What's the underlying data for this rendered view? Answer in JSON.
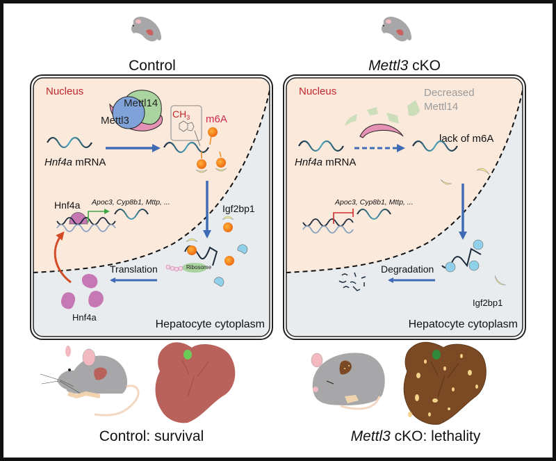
{
  "figure": {
    "panels": [
      {
        "id": "control",
        "header": {
          "title": "Control",
          "title_italic": "",
          "title_rest": "Control"
        },
        "nucleus_label": "Nucleus",
        "enzyme_labels": {
          "mettl14": "Mettl14",
          "mettl3": "Mettl3"
        },
        "methyl_label": "CH",
        "methyl_sub": "3",
        "m6a_label": "m6A",
        "mrna_label_italic": "Hnf4a",
        "mrna_label_rest": " mRNA",
        "tf_label": "Hnf4a",
        "target_genes": "Apoc3, Cyp8b1, Mttp, ...",
        "reader_label": "Igf2bp1",
        "ribosome_label": "Ribosome",
        "process_label": "Translation",
        "protein_label": "Hnf4a",
        "compartment_label": "Hepatocyte cytoplasm",
        "outcome_italic": "",
        "outcome_rest": "Control: survival"
      },
      {
        "id": "cko",
        "header": {
          "title_italic": "Mettl3",
          "title_rest": " cKO"
        },
        "nucleus_label": "Nucleus",
        "decreased_label_line1": "Decreased",
        "decreased_label_line2": "Mettl14",
        "lack_label": "lack of m6A",
        "mrna_label_italic": "Hnf4a",
        "mrna_label_rest": " mRNA",
        "target_genes": "Apoc3, Cyp8b1, Mttp, ...",
        "process_label": "Degradation",
        "reader_label": "Igf2bp1",
        "compartment_label": "Hepatocyte cytoplasm",
        "outcome_italic": "Mettl3",
        "outcome_rest": " cKO: lethality"
      }
    ],
    "colors": {
      "nucleus_fill": "#fbe9dc",
      "cytoplasm_fill": "#e8ecef",
      "nucleus_text": "#c0272d",
      "m6a_text": "#d12a52",
      "decreased_text": "#9a9a9a",
      "arrow_blue": "#3f6bb5",
      "return_arrow": "#d34a25",
      "mettl3": "#7fa3d8",
      "mettl14": "#a9d4a0",
      "writer_pink": "#e491b4",
      "hnf4a_protein": "#c678b4",
      "igf2bp1_yellow": "#f3e98a",
      "m6a_orange": "#f28a1c",
      "reader_blue": "#8fd0ea",
      "liver_normal": "#b9625c",
      "liver_ko": "#7b4a25",
      "gallbladder": "#6ccc5a",
      "mouse_gray": "#a7a7a9",
      "activation_green": "#3fa84a",
      "inhibition_red": "#cc2d2d"
    }
  }
}
